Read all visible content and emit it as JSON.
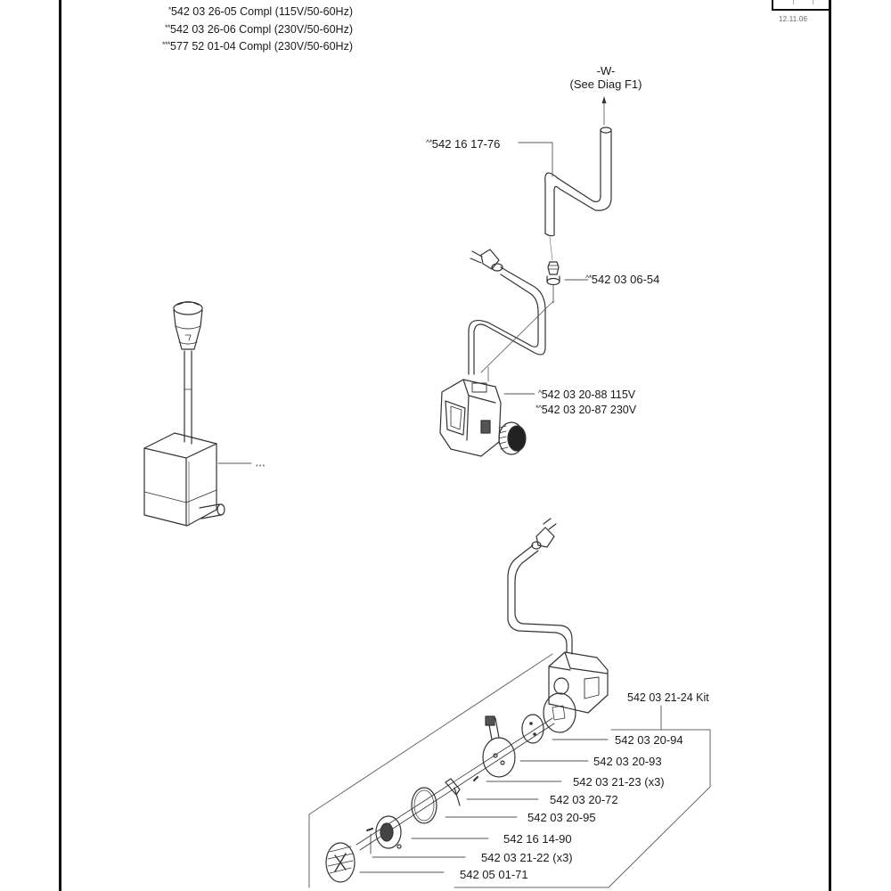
{
  "page": {
    "date": "12.11.06",
    "legend": [
      {
        "marker": "*",
        "text": "542 03 26-05 Compl (115V/50-60Hz)"
      },
      {
        "marker": "**",
        "text": "542 03 26-06 Compl (230V/50-60Hz)"
      },
      {
        "marker": "***",
        "text": "577 52 01-04 Compl (230V/50-60Hz)"
      }
    ]
  },
  "connection": {
    "ref": "-W-",
    "see": "(See Diag F1)"
  },
  "parts": {
    "hose": {
      "marker": "^*",
      "number": "542 16 17-76"
    },
    "fitting": {
      "marker": "^*",
      "number": "542 03 06-54"
    },
    "pump_115": {
      "marker": "^",
      "number": "542 03 20-88 115V"
    },
    "pump_230": {
      "marker": "*^",
      "number": "542 03 20-87 230V"
    },
    "pump_alt": {
      "marker": "***"
    },
    "kit": {
      "number": "542 03 21-24 Kit"
    },
    "kit_items": [
      {
        "number": "542 03 20-94"
      },
      {
        "number": "542 03 20-93"
      },
      {
        "number": "542 03 21-23 (x3)"
      },
      {
        "number": "542 03 20-72"
      },
      {
        "number": "542 03 20-95"
      },
      {
        "number": "542 16 14-90"
      },
      {
        "number": "542 03 21-22 (x3)"
      },
      {
        "number": "542 05 01-71"
      }
    ]
  },
  "colors": {
    "ink": "#1a1a1a",
    "line": "#444444",
    "frame": "#111111",
    "muted": "#666666"
  }
}
